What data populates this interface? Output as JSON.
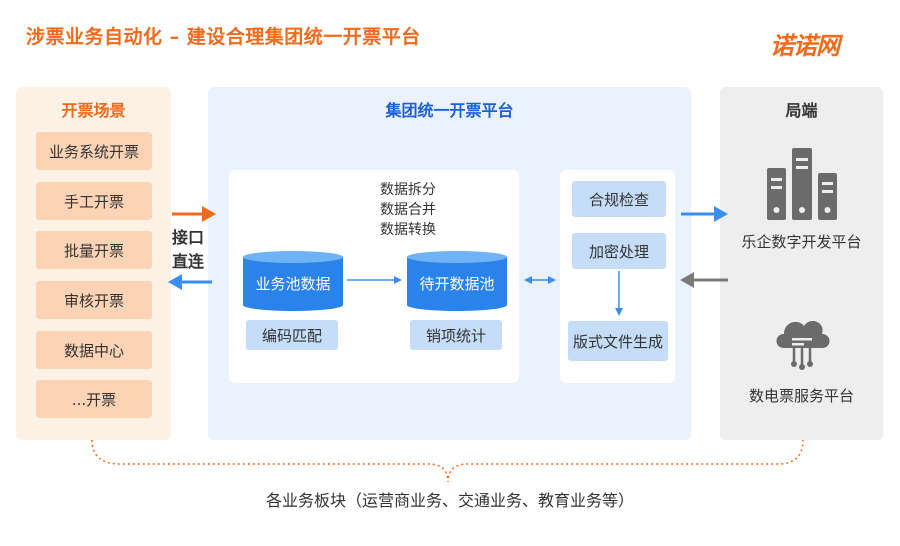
{
  "title": "涉票业务自动化 – 建设合理集团统一开票平台",
  "logo": "诺诺网",
  "left_panel": {
    "heading": "开票场景",
    "items": [
      "业务系统开票",
      "手工开票",
      "批量开票",
      "审核开票",
      "数据中心",
      "...开票"
    ]
  },
  "interface_label": [
    "接口",
    "直连"
  ],
  "mid_panel": {
    "heading": "集团统一开票平台",
    "data_ops": [
      "数据拆分",
      "数据合并",
      "数据转换"
    ],
    "pool_business": "业务池数据",
    "pool_pending": "待开数据池",
    "code_match": "编码匹配",
    "sales_stats": "销项统计",
    "compliance": "合规检查",
    "encryption": "加密处理",
    "layout_gen": "版式文件生成"
  },
  "right_panel": {
    "heading": "局端",
    "leqi": "乐企数字开发平台",
    "digital": "数电票服务平台"
  },
  "footer": "各业务板块（运营商业务、交通业务、教育业务等）",
  "colors": {
    "orange": "#f26a1b",
    "blue": "#1d5fd8",
    "arrow_blue": "#3a8ef0",
    "grey_icon": "#6b6b6b"
  }
}
